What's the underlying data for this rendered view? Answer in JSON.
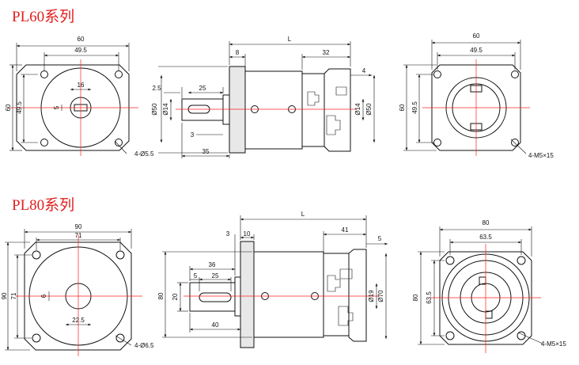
{
  "titles": {
    "pl60": "PL60系列",
    "pl80": "PL80系列"
  },
  "colors": {
    "title": "#e01e1e",
    "centerline": "#ff2020",
    "line": "#111111"
  },
  "pl60": {
    "front": {
      "width": "60",
      "inner": "49.5",
      "height": "60",
      "inner_h": "49.5",
      "bore": "16",
      "key": "5",
      "holes": "4-Ø5.5"
    },
    "side": {
      "length": "L",
      "flange": "8",
      "tail": "32",
      "shaft_step": "2.5",
      "shaft_len": "25",
      "d1": "Ø50",
      "d2": "Ø14",
      "shoulder": "3",
      "total": "35",
      "face": "4",
      "d3": "Ø14",
      "d4": "Ø50"
    },
    "rear": {
      "width": "60",
      "inner": "49.5",
      "height": "60",
      "inner_h": "49.5",
      "holes": "4-M5×15"
    }
  },
  "pl80": {
    "front": {
      "width": "90",
      "inner": "71",
      "height": "90",
      "inner_h": "71",
      "key": "6",
      "bore": "22.5",
      "holes": "4-Ø6.5"
    },
    "side": {
      "length": "L",
      "step": "3",
      "flange": "10",
      "tail": "41",
      "face": "5",
      "shaft_len": "36",
      "key_off": "5",
      "key_len": "25",
      "height": "80",
      "shaft_d": "20",
      "total": "40",
      "d1": "Ø19",
      "d2": "Ø70"
    },
    "rear": {
      "width": "80",
      "inner": "63.5",
      "height": "80",
      "inner_h": "63.5",
      "holes": "4-M5×15"
    }
  }
}
